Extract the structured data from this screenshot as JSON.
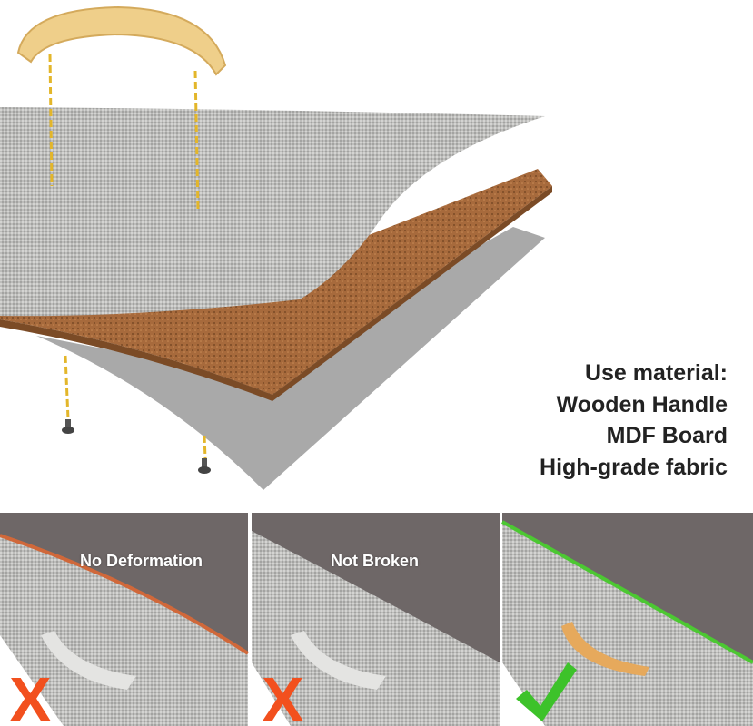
{
  "materials": {
    "heading": "Use material:",
    "items": [
      "Wooden Handle",
      "MDF Board",
      "High-grade fabric"
    ]
  },
  "panels": [
    {
      "label": "No Deformation",
      "verdict": "x-mark-icon",
      "edge_color": "#d0683a"
    },
    {
      "label": "Not Broken",
      "verdict": "x-mark-icon",
      "edge_color": "#a8a8a8"
    },
    {
      "label": "",
      "verdict": "check-mark-icon",
      "edge_color": "#4cc832"
    }
  ],
  "colors": {
    "fabric": "#b9b9b7",
    "mdf": "#a7683a",
    "wood": "#efcf8a",
    "cross": "#f2501e",
    "check": "#3dc22a"
  }
}
